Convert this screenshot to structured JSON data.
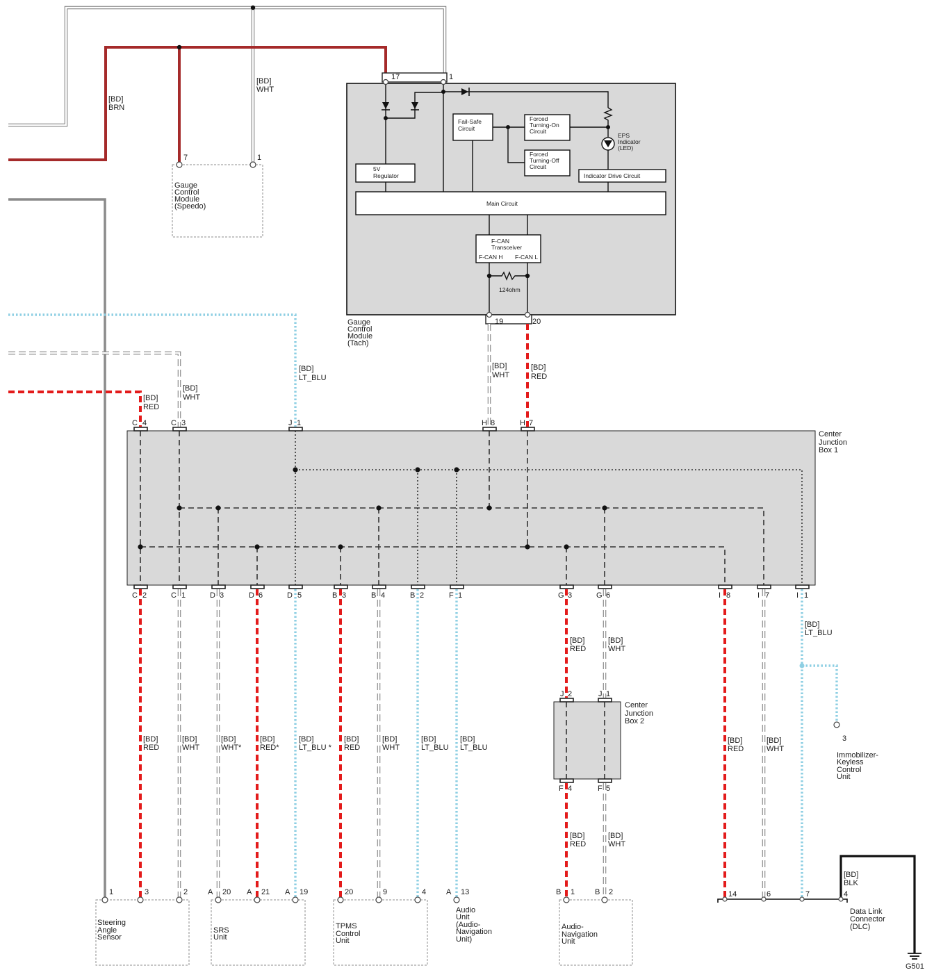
{
  "gauge_speedo": {
    "lines": [
      "Gauge",
      "Control",
      "Module",
      "(Speedo)"
    ],
    "pin_a": "7",
    "pin_b": "1"
  },
  "gauge_tach": {
    "lines": [
      "Gauge",
      "Control",
      "Module",
      "(Tach)"
    ],
    "pin_17": "17",
    "pin_1": "1",
    "pin_19": "19",
    "pin_20": "20",
    "regulator": [
      "5V",
      "Regulator"
    ],
    "failsafe": [
      "Fail-Safe",
      "Circuit"
    ],
    "forced_on": [
      "Forced",
      "Turning-On",
      "Circuit"
    ],
    "forced_off": [
      "Forced",
      "Turning-Off",
      "Circuit"
    ],
    "eps": [
      "EPS",
      "Indicator",
      "(LED)"
    ],
    "indicator_drive": "Indicator Drive Circuit",
    "main_circuit": "Main Circuit",
    "fcan": [
      "F-CAN",
      "Transceiver"
    ],
    "fcan_h": "F-CAN H",
    "fcan_l": "F-CAN L",
    "resistor": "124ohm"
  },
  "wires": {
    "brn": [
      "[BD]",
      "BRN"
    ],
    "wht_top": [
      "[BD]",
      "WHT"
    ],
    "lt_blu_top": [
      "[BD]",
      "LT_BLU"
    ],
    "red_c4": [
      "[BD]",
      "RED"
    ],
    "wht_c3": [
      "[BD]",
      "WHT"
    ],
    "wht_19": [
      "[BD]",
      "WHT"
    ],
    "red_20": [
      "[BD]",
      "RED"
    ],
    "red_c2": [
      "[BD]",
      "RED"
    ],
    "wht_c1": [
      "[BD]",
      "WHT"
    ],
    "wht_d3": [
      "[BD]",
      "WHT*"
    ],
    "red_d6": [
      "[BD]",
      "RED*"
    ],
    "blu_d5": [
      "[BD]",
      "LT_BLU *"
    ],
    "red_b3": [
      "[BD]",
      "RED"
    ],
    "wht_b4": [
      "[BD]",
      "WHT"
    ],
    "blu_b2": [
      "[BD]",
      "LT_BLU"
    ],
    "blu_f1": [
      "[BD]",
      "LT_BLU"
    ],
    "red_g3": [
      "[BD]",
      "RED"
    ],
    "wht_g6": [
      "[BD]",
      "WHT"
    ],
    "red_f4": [
      "[BD]",
      "RED"
    ],
    "wht_f5": [
      "[BD]",
      "WHT"
    ],
    "red_i8": [
      "[BD]",
      "RED"
    ],
    "wht_i7": [
      "[BD]",
      "WHT"
    ],
    "blu_i1": [
      "[BD]",
      "LT_BLU"
    ],
    "blk": [
      "[BD]",
      "BLK"
    ]
  },
  "cjb1": {
    "lines": [
      "Center",
      "Junction",
      "Box 1"
    ],
    "top_pins": [
      {
        "conn": "C",
        "num": "4"
      },
      {
        "conn": "C",
        "num": "3"
      },
      {
        "conn": "J",
        "num": "1"
      },
      {
        "conn": "H",
        "num": "8"
      },
      {
        "conn": "H",
        "num": "7"
      }
    ],
    "bottom_pins": [
      {
        "conn": "C",
        "num": "2"
      },
      {
        "conn": "C",
        "num": "1"
      },
      {
        "conn": "D",
        "num": "3"
      },
      {
        "conn": "D",
        "num": "6"
      },
      {
        "conn": "D",
        "num": "5"
      },
      {
        "conn": "B",
        "num": "3"
      },
      {
        "conn": "B",
        "num": "4"
      },
      {
        "conn": "B",
        "num": "2"
      },
      {
        "conn": "F",
        "num": "1"
      },
      {
        "conn": "G",
        "num": "3"
      },
      {
        "conn": "G",
        "num": "6"
      },
      {
        "conn": "I",
        "num": "8"
      },
      {
        "conn": "I",
        "num": "7"
      },
      {
        "conn": "I",
        "num": "1"
      }
    ]
  },
  "cjb2": {
    "lines": [
      "Center",
      "Junction",
      "Box 2"
    ],
    "top_pins": [
      {
        "conn": "J",
        "num": "2"
      },
      {
        "conn": "J",
        "num": "1"
      }
    ],
    "bottom_pins": [
      {
        "conn": "F",
        "num": "4"
      },
      {
        "conn": "F",
        "num": "5"
      }
    ]
  },
  "immobilizer": {
    "lines": [
      "Immobilizer-",
      "Keyless",
      "Control",
      "Unit"
    ],
    "pin": "3"
  },
  "steering": {
    "lines": [
      "Steering",
      "Angle",
      "Sensor"
    ],
    "pins": [
      "1",
      "3",
      "2"
    ]
  },
  "srs": {
    "lines": [
      "SRS",
      "Unit"
    ],
    "pins": [
      {
        "conn": "A",
        "num": "20"
      },
      {
        "conn": "A",
        "num": "21"
      },
      {
        "conn": "A",
        "num": "19"
      }
    ]
  },
  "tpms": {
    "lines": [
      "TPMS",
      "Control",
      "Unit"
    ],
    "pins": [
      "20",
      "9",
      "4"
    ]
  },
  "audio": {
    "lines": [
      "Audio",
      "Unit",
      "(Audio-",
      "Navigation",
      "Unit)"
    ],
    "pin": {
      "conn": "A",
      "num": "13"
    }
  },
  "audio_nav": {
    "lines": [
      "Audio-",
      "Navigation",
      "Unit"
    ],
    "pins": [
      {
        "conn": "B",
        "num": "1"
      },
      {
        "conn": "B",
        "num": "2"
      }
    ]
  },
  "dlc": {
    "lines": [
      "Data Link",
      "Connector",
      "(DLC)"
    ],
    "pins": [
      "14",
      "6",
      "7",
      "4"
    ]
  },
  "ground": "G501"
}
